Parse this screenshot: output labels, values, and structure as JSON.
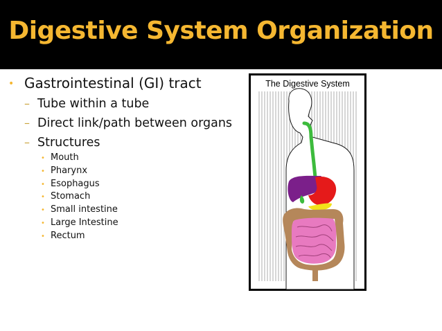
{
  "slide": {
    "title": "Digestive System Organization",
    "bullets": {
      "main": "Gastrointestinal (GI) tract",
      "sub": [
        "Tube within a tube",
        "Direct link/path between organs",
        "Structures"
      ],
      "structures": [
        "Mouth",
        "Pharynx",
        "Esophagus",
        "Stomach",
        "Small intestine",
        "Large Intestine",
        "Rectum"
      ]
    },
    "figure": {
      "caption": "The Digestive System"
    },
    "colors": {
      "title_bar": "#000000",
      "title_text": "#f5b731",
      "bullet_marker": "#f5b731",
      "esophagus": "#3dbb3d",
      "liver": "#7b1f8a",
      "stomach": "#e51a1a",
      "small_intestine": "#e87ac0",
      "large_intestine": "#b5875a",
      "pancreas": "#f2e21a"
    }
  }
}
